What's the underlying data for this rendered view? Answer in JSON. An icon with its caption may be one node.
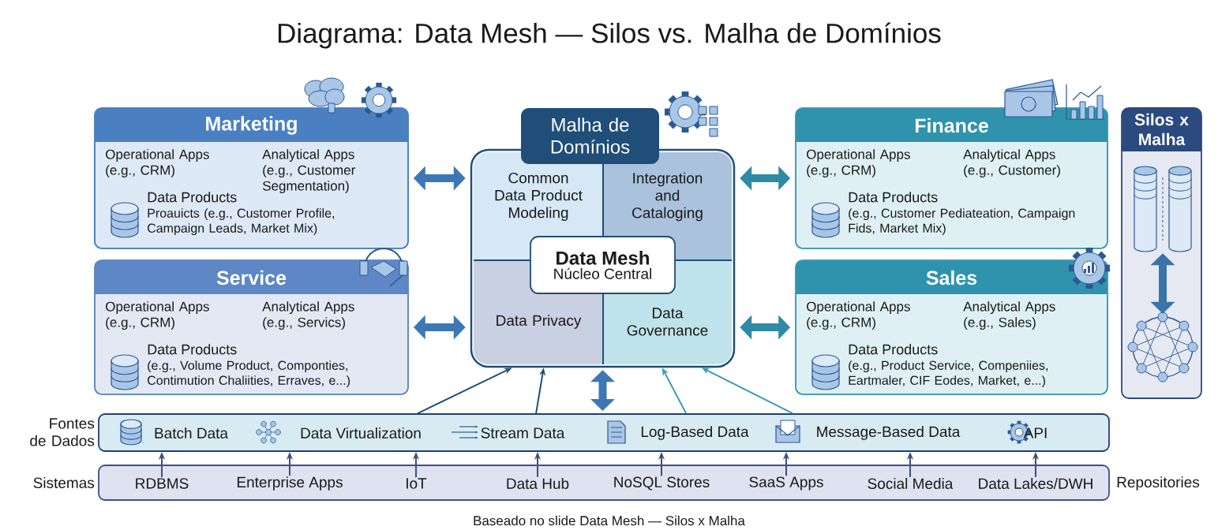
{
  "diagram": {
    "title": "Diagrama: Data Mesh — Silos vs. Malha de Domínios",
    "caption": "Baseado no slide Data Mesh — Silos x Malha",
    "nodes": [
      {
        "text": [
          "Marketing",
          "Operational Apps (e.g., CRM)",
          "Analytical Apps (e.g., Customer Segmentation)",
          "Data Products",
          "Proauicts (e.g., Customer Profile, Campaign Leads, Market Mix)"
        ]
      },
      {
        "text": [
          "Service",
          "Operational Apps (e.g., CRM)",
          "Analytical Apps (e.g., Servics)",
          "Data Products",
          "(e.g., Volume Product, Componties, Contimution Chaliities, Erraves, e...)"
        ]
      },
      {
        "text": [
          "Malha de Domínios"
        ]
      },
      {
        "text": [
          "Common Data Product Modeling"
        ],
        "in": 2
      },
      {
        "text": [
          "Integration and Cataloging"
        ],
        "in": 2
      },
      {
        "text": [
          "Data Privacy"
        ],
        "in": 2
      },
      {
        "text": [
          "Data Governance"
        ],
        "in": 2
      },
      {
        "text": [
          "Data Mesh",
          "Núcleo Central"
        ],
        "in": 2
      },
      {
        "text": [
          "Finance",
          "Operational Apps (e.g., CRM)",
          "Analytical Apps (e.g., Customer)",
          "Data Products",
          "(e.g., Customer Pediateation, Campaign Fids, Market Mix)"
        ]
      },
      {
        "text": [
          "Sales",
          "Operational Apps (e.g., CRM)",
          "Analytical Apps (e.g., Sales)",
          "Data Products",
          "(e.g., Product Service, Compeniies, Eartmaler, CIF Eodes, Market, e...)"
        ]
      },
      {
        "text": [
          "Silos x Malha"
        ]
      },
      {
        "text": [],
        "shape": "cylinder",
        "in": 10
      },
      {
        "text": [],
        "shape": "circle",
        "in": 10
      },
      {
        "text": [
          "Fontes de Dados"
        ]
      },
      {
        "text": [
          "Batch Data"
        ],
        "in": 13
      },
      {
        "text": [
          "Data Virtualization"
        ],
        "in": 13
      },
      {
        "text": [
          "Stream Data"
        ],
        "in": 13
      },
      {
        "text": [
          "Log-Based Data"
        ],
        "in": 13
      },
      {
        "text": [
          "Message-Based Data"
        ],
        "in": 13
      },
      {
        "text": [
          "API"
        ],
        "in": 13
      },
      {
        "text": [
          "Sistemas"
        ]
      },
      {
        "text": [
          "RDBMS"
        ],
        "in": 20
      },
      {
        "text": [
          "Enterprise Apps"
        ],
        "in": 20
      },
      {
        "text": [
          "IoT"
        ],
        "in": 20
      },
      {
        "text": [
          "Data Hub"
        ],
        "in": 20
      },
      {
        "text": [
          "NoSQL Stores"
        ],
        "in": 20
      },
      {
        "text": [
          "SaaS Apps"
        ],
        "in": 20
      },
      {
        "text": [
          "Social Media"
        ],
        "in": 20
      },
      {
        "text": [
          "Data Lakes/DWH"
        ],
        "in": 20
      }
    ],
    "edges": [
      {
        "from": 0,
        "to": 2,
        "arrow": "both",
        "style": "thick",
        "color": "#3d78b5"
      },
      {
        "from": 1,
        "to": 2,
        "arrow": "both",
        "style": "thick",
        "color": "#3d78b5"
      },
      {
        "from": 8,
        "to": 2,
        "arrow": "both",
        "style": "thick",
        "color": "#2f8aa5"
      },
      {
        "from": 9,
        "to": 2,
        "arrow": "both",
        "style": "thick",
        "color": "#2f8aa5"
      },
      {
        "from": 11,
        "to": 12,
        "arrow": "both",
        "style": "thick",
        "color": "#3b74a8"
      },
      {
        "from": 13,
        "to": 2,
        "arrow": "to",
        "color": "#1f4e79"
      },
      {
        "from": 13,
        "to": 2,
        "arrow": "to",
        "color": "#1f4e79"
      },
      {
        "from": 13,
        "to": 2,
        "arrow": "both",
        "style": "thick",
        "color": "#3d78b5"
      },
      {
        "from": 13,
        "to": 2,
        "arrow": "to",
        "color": "#3a9bb5"
      },
      {
        "from": 13,
        "to": 2,
        "arrow": "to",
        "color": "#3a9bb5"
      },
      {
        "from": 21,
        "to": 13,
        "arrow": "to"
      },
      {
        "from": 22,
        "to": 13,
        "arrow": "to"
      },
      {
        "from": 23,
        "to": 13,
        "arrow": "to"
      },
      {
        "from": 24,
        "to": 13,
        "arrow": "to"
      },
      {
        "from": 25,
        "to": 13,
        "arrow": "to"
      },
      {
        "from": 26,
        "to": 13,
        "arrow": "to"
      },
      {
        "from": 27,
        "to": 13,
        "arrow": "to"
      },
      {
        "from": 28,
        "to": 13,
        "arrow": "to"
      }
    ],
    "labels": [
      "Repositories"
    ]
  }
}
